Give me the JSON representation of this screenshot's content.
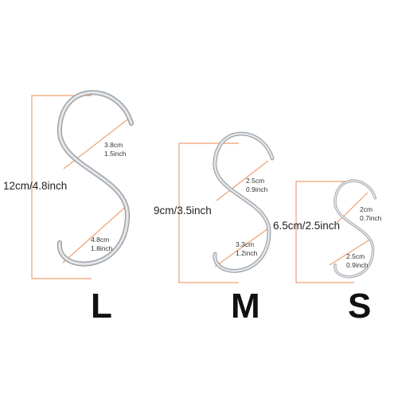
{
  "hooks": [
    {
      "id": "L",
      "size_label": "L",
      "height_label": "12cm/4.8inch",
      "top_opening": {
        "cm": "3.8cm",
        "inch": "1.5inch"
      },
      "bottom_opening": {
        "cm": "4.8cm",
        "inch": "1.8inch"
      }
    },
    {
      "id": "M",
      "size_label": "M",
      "height_label": "9cm/3.5inch",
      "top_opening": {
        "cm": "2.5cm",
        "inch": "0.9inch"
      },
      "bottom_opening": {
        "cm": "3.3cm",
        "inch": "1.2inch"
      }
    },
    {
      "id": "S",
      "size_label": "S",
      "height_label": "6.5cm/2.5inch",
      "top_opening": {
        "cm": "2cm",
        "inch": "0.7inch"
      },
      "bottom_opening": {
        "cm": "2.5cm",
        "inch": "0.9inch"
      }
    }
  ],
  "colors": {
    "dimension_line": "#f0a070",
    "hook_metal": "#c8ccd0",
    "hook_highlight": "#f4f6f8",
    "hook_outline": "#8d9399"
  }
}
